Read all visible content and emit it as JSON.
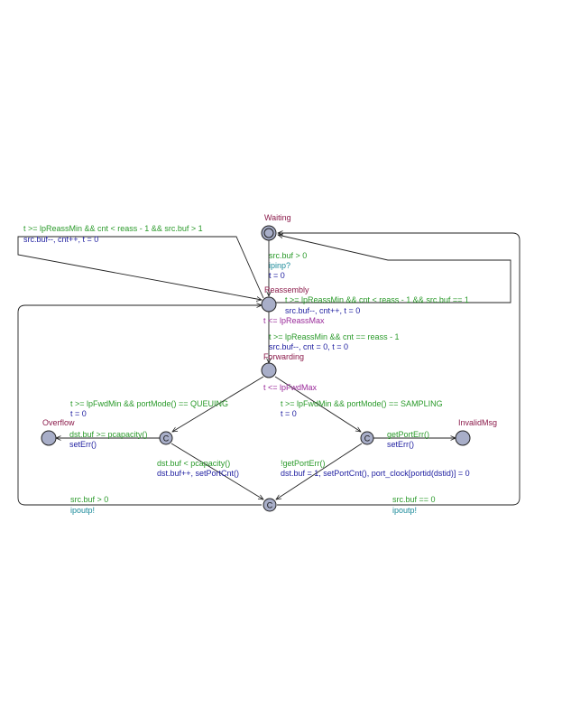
{
  "locations": {
    "waiting": "Waiting",
    "reassembly": "Reassembly",
    "forwarding": "Forwarding",
    "overflow": "Overflow",
    "invalid_msg": "InvalidMsg",
    "committed_marker": "C"
  },
  "invariants": {
    "reassembly": "t <= lpReassMax",
    "forwarding": "t <= lpFwdMax"
  },
  "edges": {
    "waiting_to_reassembly": {
      "guard": "src.buf > 0",
      "sync": "ipinp?",
      "update": "t = 0"
    },
    "reassembly_self_loop": {
      "guard": "t >= lpReassMin && cnt < reass - 1 && src.buf > 1",
      "update": "src.buf--, cnt++, t = 0"
    },
    "reassembly_to_waiting": {
      "guard": "t >= lpReassMin && cnt < reass - 1 && src.buf == 1",
      "update": "src.buf--, cnt++, t = 0"
    },
    "reassembly_to_forwarding": {
      "guard": "t >= lpReassMin && cnt == reass - 1",
      "update": "src.buf--, cnt = 0, t = 0"
    },
    "forwarding_to_queuing": {
      "guard": "t >= lpFwdMin && portMode() == QUEUING",
      "update": "t = 0"
    },
    "forwarding_to_sampling": {
      "guard": "t >= lpFwdMin && portMode() == SAMPLING",
      "update": "t = 0"
    },
    "queuing_to_overflow": {
      "guard": "dst.buf >= pcapacity()",
      "update": "setErr()"
    },
    "queuing_to_output": {
      "guard": "dst.buf < pcapacity()",
      "update": "dst.buf++, setPortCnt()"
    },
    "sampling_to_invalid": {
      "guard": "getPortErr()",
      "update": "setErr()"
    },
    "sampling_to_output": {
      "guard": "!getPortErr()",
      "update": "dst.buf = 1, setPortCnt(), port_clock[portid(dstid)] = 0"
    },
    "output_to_reassembly": {
      "guard": "src.buf > 0",
      "sync": "ipoutp!"
    },
    "output_to_waiting": {
      "guard": "src.buf == 0",
      "sync": "ipoutp!"
    }
  },
  "colors": {
    "location_name": "#8b1a4a",
    "guard": "#2a9a2a",
    "update": "#1e1ea0",
    "sync": "#1a8a9a",
    "invariant": "#9a2a9a",
    "node_fill": "#a8aec8"
  }
}
